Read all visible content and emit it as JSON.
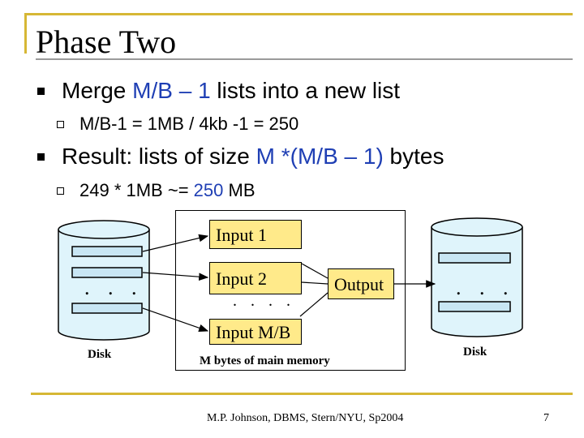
{
  "slide": {
    "title": "Phase Two",
    "bullets": [
      {
        "parts": [
          "Merge ",
          "M/B – 1",
          " lists into a new list"
        ],
        "sub": "M/B-1 = 1MB / 4kb -1 = 250"
      },
      {
        "parts": [
          "Result: lists of size ",
          "M *(M/B – 1)",
          " bytes"
        ],
        "sub_parts": [
          "249 * 1MB ~= ",
          "250",
          " MB"
        ]
      }
    ]
  },
  "diagram": {
    "left_disk_label": "Disk",
    "right_disk_label": "Disk",
    "left_disk_ellipsis": ". . .",
    "right_disk_ellipsis": ". . .",
    "buffer_ellipsis": ". . . .",
    "input_labels": [
      "Input 1",
      "Input 2",
      "Input M/B"
    ],
    "output_label": "Output",
    "memory_caption": "M bytes of main memory"
  },
  "footer": {
    "credit": "M.P. Johnson, DBMS, Stern/NYU, Sp2004",
    "page_number": "7"
  },
  "colors": {
    "accent_gold": "#d6b735",
    "highlight_blue": "#1f3fb4",
    "disk_fill": "#dff4fb",
    "buffer_fill": "#ffea8a",
    "block_fill": "#c8e6f3"
  }
}
